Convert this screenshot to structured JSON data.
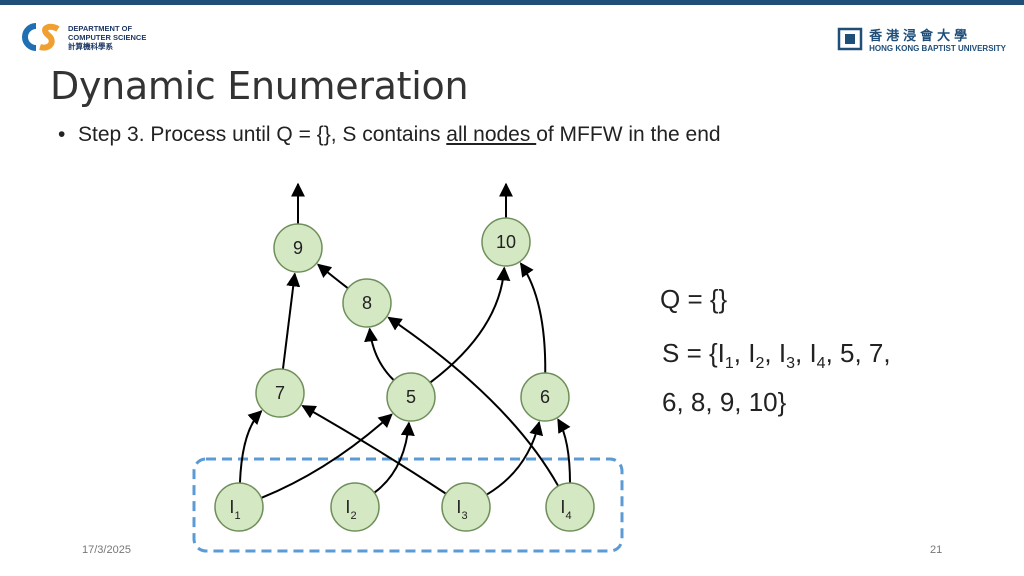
{
  "header": {
    "dept_line1": "DEPARTMENT OF",
    "dept_line2": "COMPUTER SCIENCE",
    "dept_line3": "計算機科學系",
    "uni_cn": "香港浸會大學",
    "uni_en": "HONG KONG BAPTIST UNIVERSITY"
  },
  "title": "Dynamic Enumeration",
  "bullet": {
    "prefix": "Step 3. Process until Q = {}, S contains ",
    "underlined": "all nodes ",
    "suffix": "of MFFW in the end"
  },
  "diagram": {
    "nodes": [
      {
        "id": "9",
        "label": "9",
        "sub": ""
      },
      {
        "id": "10",
        "label": "10",
        "sub": ""
      },
      {
        "id": "8",
        "label": "8",
        "sub": ""
      },
      {
        "id": "7",
        "label": "7",
        "sub": ""
      },
      {
        "id": "5",
        "label": "5",
        "sub": ""
      },
      {
        "id": "6",
        "label": "6",
        "sub": ""
      },
      {
        "id": "I1",
        "label": "I",
        "sub": "1"
      },
      {
        "id": "I2",
        "label": "I",
        "sub": "2"
      },
      {
        "id": "I3",
        "label": "I",
        "sub": "3"
      },
      {
        "id": "I4",
        "label": "I",
        "sub": "4"
      }
    ],
    "edges": [
      [
        "I1",
        "7"
      ],
      [
        "I1",
        "5"
      ],
      [
        "I2",
        "5"
      ],
      [
        "I3",
        "7"
      ],
      [
        "I3",
        "6"
      ],
      [
        "I4",
        "8"
      ],
      [
        "I4",
        "6"
      ],
      [
        "7",
        "9"
      ],
      [
        "8",
        "9"
      ],
      [
        "5",
        "8"
      ],
      [
        "5",
        "10"
      ],
      [
        "6",
        "10"
      ]
    ],
    "outputs": [
      "9",
      "10"
    ],
    "node_fill": "#d5e8c4",
    "node_stroke": "#6f8f5a",
    "group_stroke": "#5b9bd5"
  },
  "q_text": "Q = {}",
  "s_text": {
    "open": "S = {",
    "I": "I",
    "sub1": "1",
    "sub2": "2",
    "sub3": "3",
    "sub4": "4",
    "sep": ", ",
    "rest1": ", 5, 7,",
    "rest2": "6, 8, 9, 10}"
  },
  "footer": {
    "date": "17/3/2025",
    "page": "21"
  }
}
